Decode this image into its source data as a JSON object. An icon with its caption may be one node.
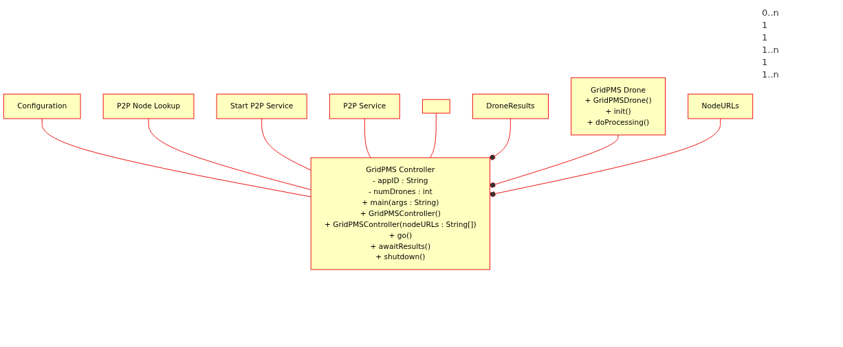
{
  "diagram": {
    "nodes": [
      {
        "text": [
          "Configuration"
        ]
      },
      {
        "text": [
          "P2P Node Lookup"
        ]
      },
      {
        "text": [
          "Start P2P Service"
        ]
      },
      {
        "text": [
          "P2P Service"
        ]
      },
      {
        "text": [],
        "shape": "box"
      },
      {
        "text": [
          "GridPMS Controller",
          "- appID : String",
          "- numDrones : int",
          "+ main(args : String)",
          "+ GridPMSController()",
          "+ GridPMSController(nodeURLs : String[])",
          "+ go()",
          "+ awaitResults()",
          "+ shutdown()"
        ]
      },
      {
        "text": [
          "DroneResults"
        ]
      },
      {
        "text": [
          "GridPMS Drone",
          "+ GridPMSDrone()",
          "+ init()",
          "+ doProcessing()"
        ]
      },
      {
        "text": [
          "NodeURLs"
        ]
      }
    ],
    "edges": [
      {
        "from": 0,
        "to": 5,
        "arrow": "none"
      },
      {
        "from": 1,
        "to": 5,
        "arrow": "none"
      },
      {
        "from": 2,
        "to": 5,
        "arrow": "none"
      },
      {
        "from": 3,
        "to": 5,
        "arrow": "none"
      },
      {
        "from": 4,
        "to": 5,
        "arrow": "none"
      },
      {
        "from": 6,
        "to": 5,
        "arrow": "other"
      },
      {
        "from": 7,
        "to": 5,
        "arrow": "other"
      },
      {
        "from": 8,
        "to": 5,
        "arrow": "other"
      }
    ],
    "labels": [
      "0..n",
      "1",
      "1",
      "1..n",
      "1",
      "1..n"
    ]
  }
}
